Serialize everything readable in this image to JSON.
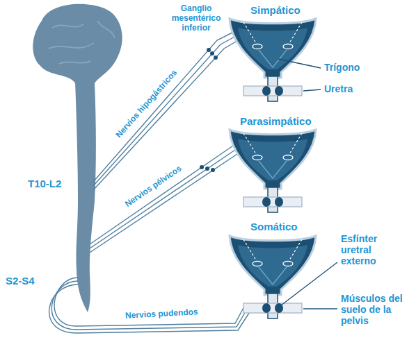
{
  "diagram": {
    "labels": [
      "Ganglio mesentérico inferior",
      "Simpático",
      "Trígono",
      "Uretra",
      "Nervios hipogástricos",
      "Parasimpático",
      "T10-L2",
      "Nervios pélvicos",
      "Somático",
      "Esfínter uretral externo",
      "S2-S4",
      "Nervios pudendos",
      "Músculos del suelo de la pelvis"
    ]
  }
}
